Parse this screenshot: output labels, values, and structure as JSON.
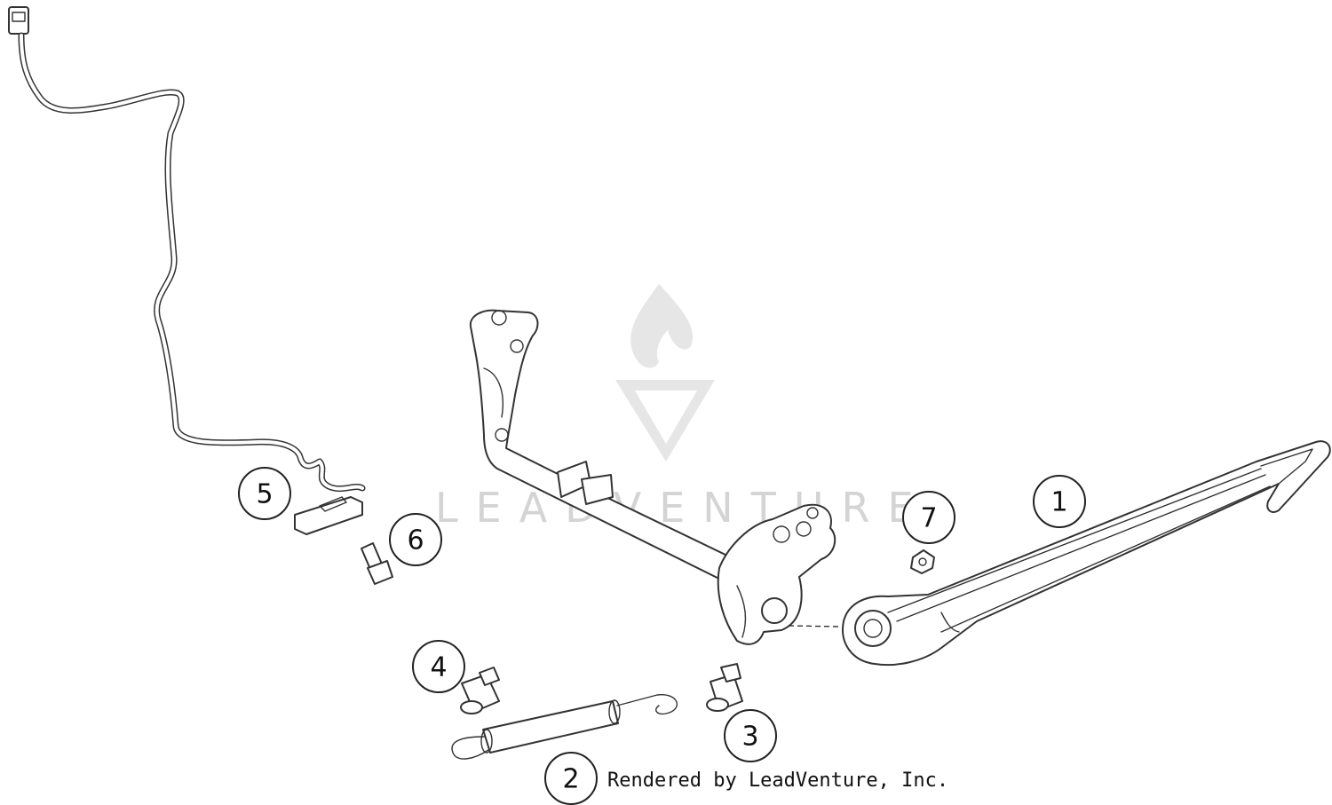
{
  "watermark": {
    "word": "LEADVENTURE",
    "logo_icon": "flame-v-logo-icon"
  },
  "credit": "Rendered by LeadVenture, Inc.",
  "callouts": [
    {
      "id": "callout-1",
      "label": "1"
    },
    {
      "id": "callout-2",
      "label": "2"
    },
    {
      "id": "callout-3",
      "label": "3"
    },
    {
      "id": "callout-4",
      "label": "4"
    },
    {
      "id": "callout-5",
      "label": "5"
    },
    {
      "id": "callout-6",
      "label": "6"
    },
    {
      "id": "callout-7",
      "label": "7"
    }
  ],
  "colors": {
    "line": "#333333",
    "watermark": "#d4d4d4",
    "background": "#ffffff"
  }
}
